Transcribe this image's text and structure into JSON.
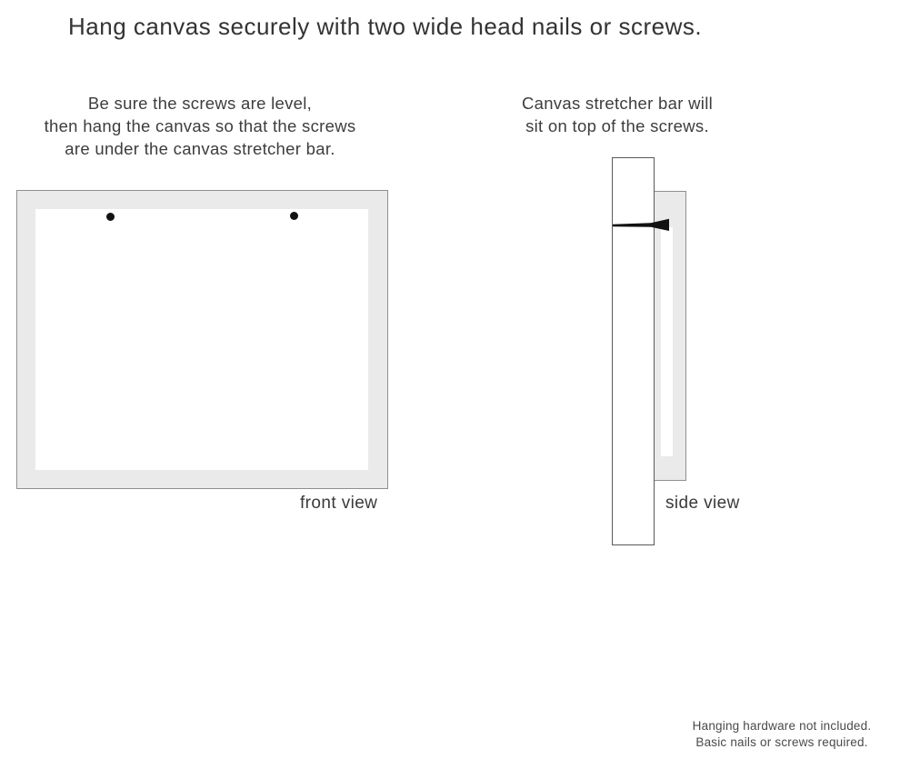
{
  "page": {
    "title": "Hang canvas securely with two wide head nails or screws."
  },
  "instructions": {
    "front_note_lines": [
      "Be sure the screws are level,",
      "then hang the canvas so that the screws",
      "are under the canvas stretcher bar."
    ],
    "side_note_lines": [
      "Canvas stretcher bar will",
      "sit on top of the screws."
    ]
  },
  "front_view": {
    "label": "front view",
    "screw_count": 2
  },
  "side_view": {
    "label": "side view",
    "nail_count": 1
  },
  "footer_lines": [
    "Hanging hardware not included.",
    "Basic nails or screws required."
  ],
  "colors": {
    "background": "#ffffff",
    "canvas_frame_fill": "#eaeaea",
    "canvas_frame_border": "#8f8f8f",
    "stretcher_bar_border": "#5a5a5a",
    "screw_and_nail": "#111111",
    "text": "#3a3a3a"
  }
}
